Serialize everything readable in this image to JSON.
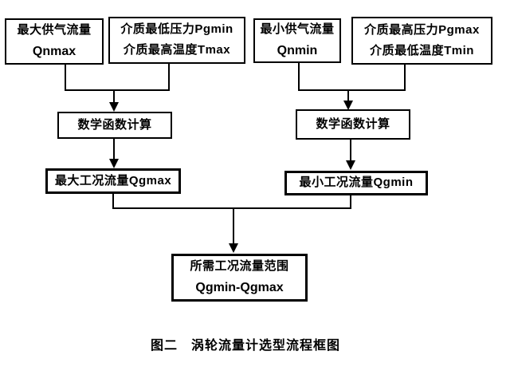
{
  "colors": {
    "line": "#000000",
    "background": "#ffffff",
    "text": "#000000"
  },
  "caption": "图二　涡轮流量计选型流程框图",
  "nodes": {
    "qnmax": {
      "line1": "最大供气流量",
      "line2": "Qnmax"
    },
    "pgmin_tmax": {
      "line1": "介质最低压力Pgmin",
      "line2": "介质最高温度Tmax"
    },
    "qnmin": {
      "line1": "最小供气流量",
      "line2": "Qnmin"
    },
    "pgmax_tmin": {
      "line1": "介质最高压力Pgmax",
      "line2": "介质最低温度Tmin"
    },
    "calc_left": {
      "label": "数学函数计算"
    },
    "calc_right": {
      "label": "数学函数计算"
    },
    "qgmax": {
      "label": "最大工况流量Qgmax"
    },
    "qgmin": {
      "label": "最小工况流量Qgmin"
    },
    "result": {
      "line1": "所需工况流量范围",
      "line2": "Qgmin-Qgmax"
    }
  }
}
